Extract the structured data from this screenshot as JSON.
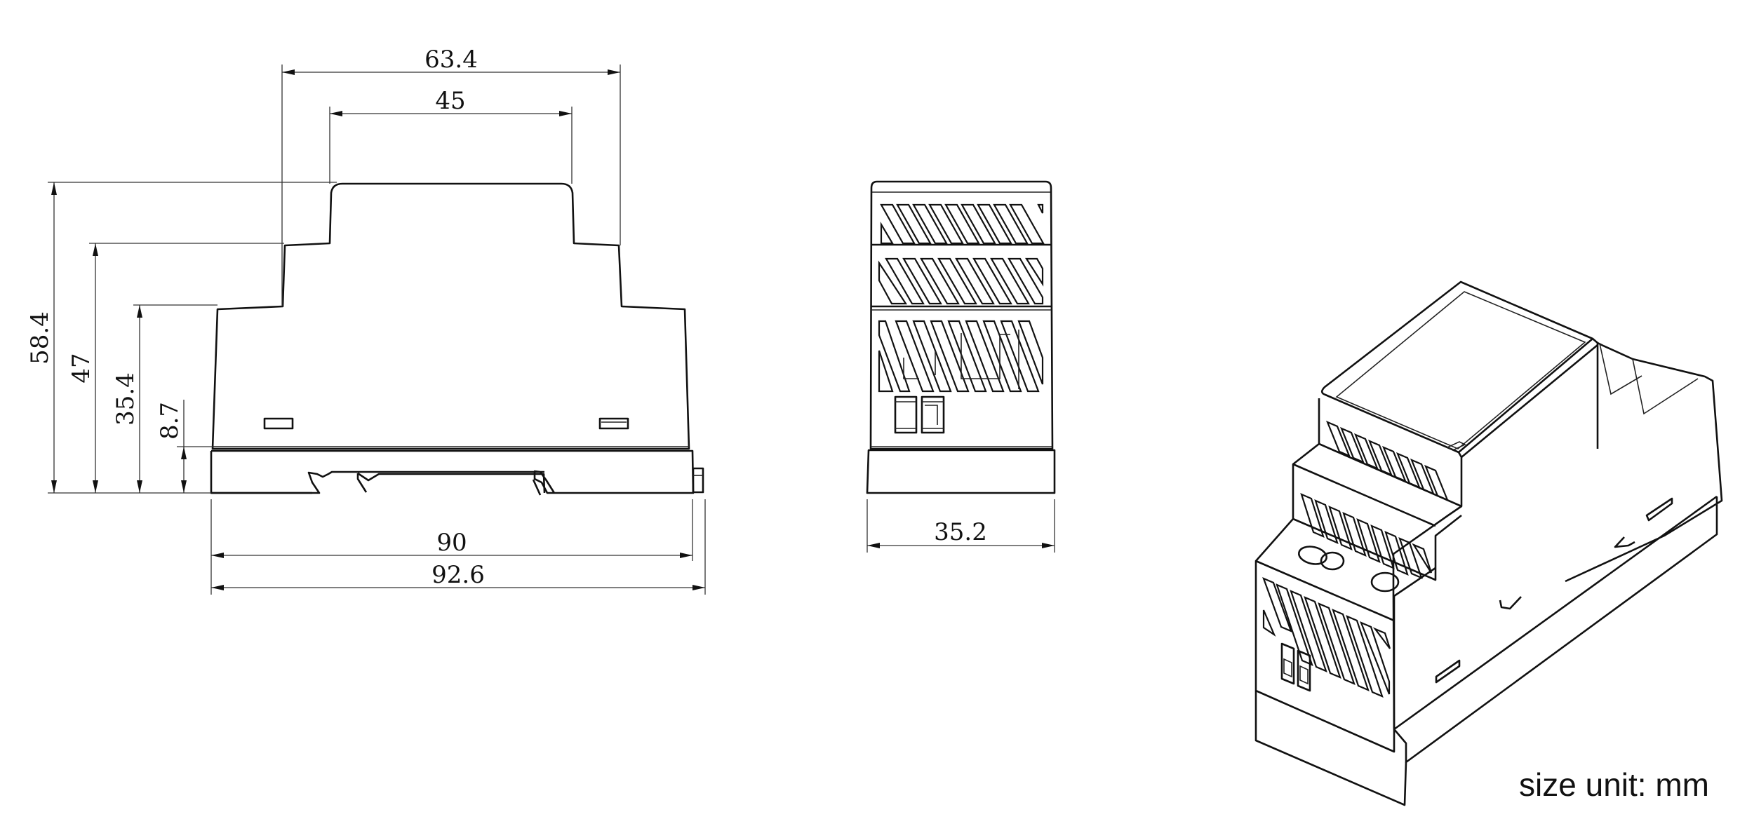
{
  "drawing": {
    "side_view": {
      "dimensions": {
        "top_outer_width": "63.4",
        "top_inner_width": "45",
        "total_height": "58.4",
        "step2_height": "47",
        "step1_height": "35.4",
        "base_height": "8.7",
        "body_length": "90",
        "overall_length": "92.6"
      }
    },
    "front_view": {
      "dimensions": {
        "width": "35.2"
      }
    },
    "isometric_view": {
      "label": ""
    },
    "unit_note": "size unit: mm"
  },
  "colors": {
    "line": "#111111",
    "background": "#ffffff"
  }
}
